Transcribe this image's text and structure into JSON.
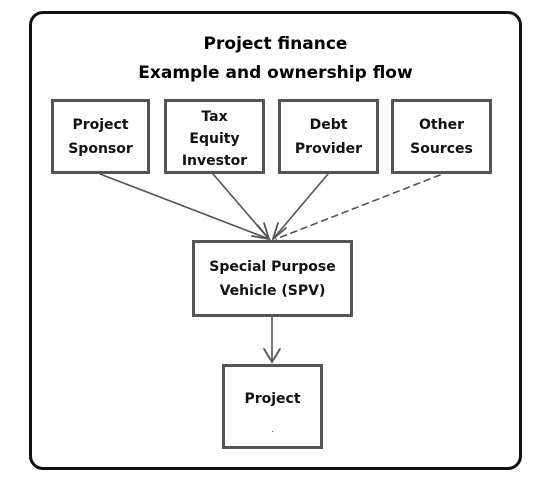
{
  "title": {
    "line1": "Project finance",
    "line2": "Example and ownership flow"
  },
  "nodes": {
    "sponsor": {
      "line1": "Project",
      "line2": "Sponsor"
    },
    "tax_equity": {
      "line1": "Tax",
      "line2": "Equity",
      "line3": "Investor"
    },
    "debt": {
      "line1": "Debt",
      "line2": "Provider"
    },
    "other": {
      "line1": "Other",
      "line2": "Sources"
    },
    "spv": {
      "line1": "Special Purpose",
      "line2": "Vehicle (SPV)"
    },
    "project": {
      "line1": "Project",
      "line2": "."
    }
  },
  "edges": [
    {
      "from": "sponsor",
      "to": "spv",
      "style": "solid"
    },
    {
      "from": "tax_equity",
      "to": "spv",
      "style": "solid"
    },
    {
      "from": "debt",
      "to": "spv",
      "style": "solid"
    },
    {
      "from": "other",
      "to": "spv",
      "style": "dashed"
    },
    {
      "from": "spv",
      "to": "project",
      "style": "solid"
    }
  ],
  "colors": {
    "box_border": "#555555",
    "arrow": "#555555",
    "frame": "#111111"
  }
}
